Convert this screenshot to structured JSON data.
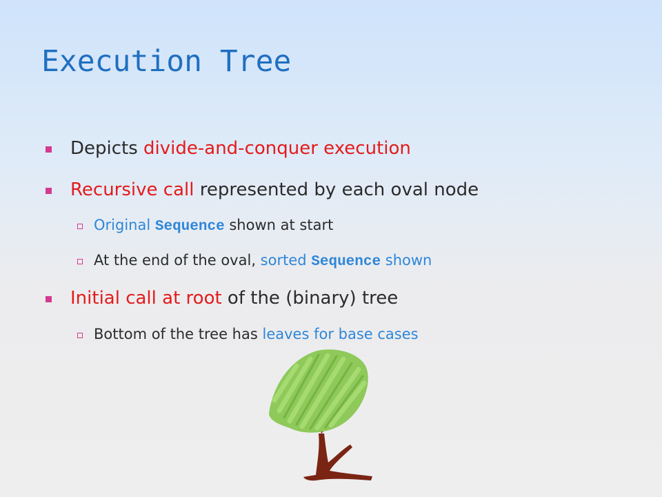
{
  "slide": {
    "title": "Execution Tree",
    "bullets": [
      {
        "parts": [
          "Depicts ",
          "divide-and-conquer execution"
        ]
      },
      {
        "parts": [
          "Recursive call",
          " represented by each oval node"
        ]
      },
      {
        "parts": [
          "Original ",
          "Sequence",
          " shown at start"
        ]
      },
      {
        "parts": [
          "At the end of the oval, ",
          "sorted ",
          "Sequence",
          " shown"
        ]
      },
      {
        "parts": [
          "Initial call at root",
          " of the (binary) tree"
        ]
      },
      {
        "parts": [
          "Bottom of the tree has ",
          "leaves for base cases"
        ]
      }
    ]
  },
  "colors": {
    "title": "#1f6fc0",
    "highlight_red": "#e31b1b",
    "highlight_blue": "#2f86d8",
    "bullet_marker": "#d43a8e"
  },
  "decoration": {
    "icon": "tree-illustration"
  }
}
